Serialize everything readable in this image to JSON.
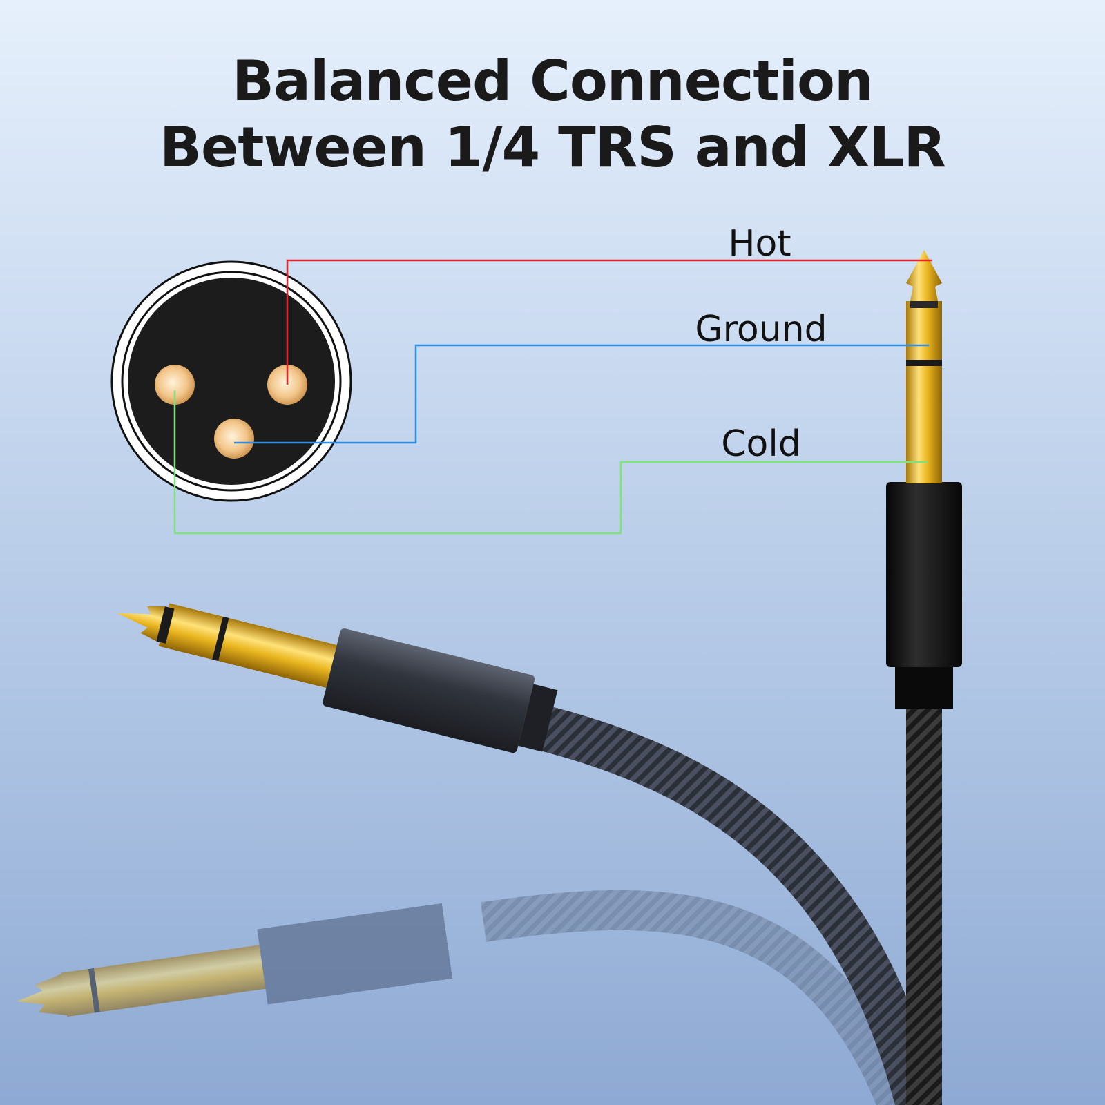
{
  "title": {
    "line1": "Balanced Connection",
    "line2": "Between 1/4 TRS and XLR"
  },
  "wiring": [
    {
      "label": "Hot",
      "color": "#e8232a",
      "xlr_pin": "pin-right",
      "trs_contact": "tip"
    },
    {
      "label": "Ground",
      "color": "#2f8fe6",
      "xlr_pin": "pin-bottom",
      "trs_contact": "ring"
    },
    {
      "label": "Cold",
      "color": "#7ee37a",
      "xlr_pin": "pin-left",
      "trs_contact": "sleeve"
    }
  ],
  "colors": {
    "gold": "#e8b923",
    "connector_black": "#161616",
    "xlr_face": "#1c1c1c",
    "pin_contact": "#f0c48a"
  }
}
